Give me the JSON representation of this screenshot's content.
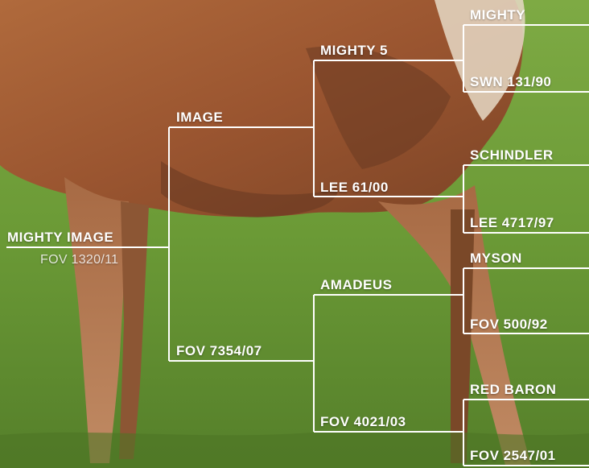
{
  "pedigree": {
    "subject": {
      "name": "MIGHTY IMAGE",
      "id": "FOV 1320/11"
    },
    "sire": {
      "name": "IMAGE"
    },
    "dam": {
      "name": "FOV 7354/07"
    },
    "sire_sire": {
      "name": "MIGHTY 5"
    },
    "sire_dam": {
      "name": "LEE 61/00"
    },
    "dam_sire": {
      "name": "AMADEUS"
    },
    "dam_dam": {
      "name": "FOV 4021/03"
    },
    "gen3": [
      {
        "name": "MIGHTY"
      },
      {
        "name": "SWN 131/90"
      },
      {
        "name": "SCHINDLER"
      },
      {
        "name": "LEE 4717/97"
      },
      {
        "name": "MYSON"
      },
      {
        "name": "FOV 500/92"
      },
      {
        "name": "RED BARON"
      },
      {
        "name": "FOV 2547/01"
      }
    ]
  },
  "colors": {
    "grass": "#6f9a3a",
    "line": "#ffffff",
    "text": "#ffffff"
  }
}
